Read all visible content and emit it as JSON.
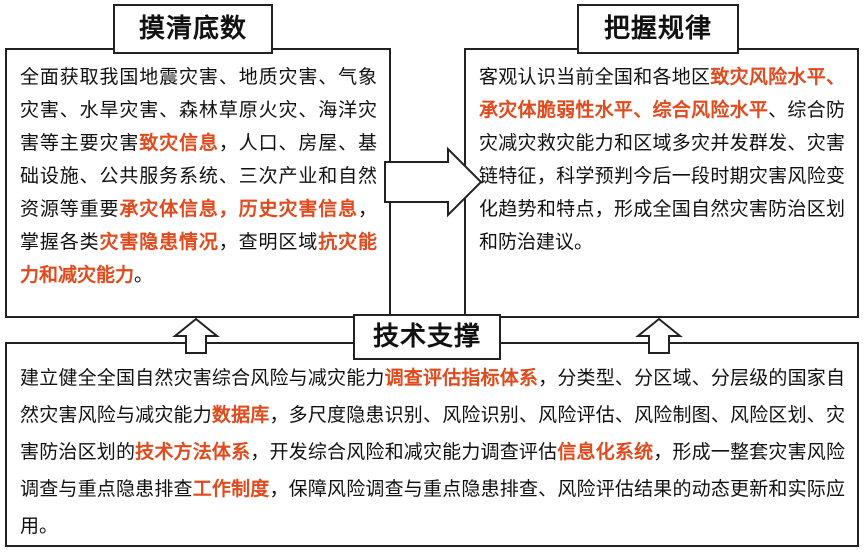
{
  "left_panel": {
    "title": "摸清底数",
    "segments": [
      {
        "text": "全面获取我国地震灾害、地质灾害、气象灾害、水旱灾害、森林草原火灾、海洋灾害等主要灾害",
        "highlight": false
      },
      {
        "text": "致灾信息",
        "highlight": true
      },
      {
        "text": "，人口、房屋、基础设施、公共服务系统、三次产业和自然资源等重要",
        "highlight": false
      },
      {
        "text": "承灾体信息，历史灾害信息",
        "highlight": true
      },
      {
        "text": "，掌握各类",
        "highlight": false
      },
      {
        "text": "灾害隐患情况",
        "highlight": true
      },
      {
        "text": "，查明区域",
        "highlight": false
      },
      {
        "text": "抗灾能力和减灾能力",
        "highlight": true
      },
      {
        "text": "。",
        "highlight": false
      }
    ]
  },
  "right_panel": {
    "title": "把握规律",
    "segments": [
      {
        "text": "客观认识当前全国和各地区",
        "highlight": false
      },
      {
        "text": "致灾风险水平、承灾体脆弱性水平、综合风险水平",
        "highlight": true
      },
      {
        "text": "、综合防灾减灾救灾能力和区域多灾并发群发、灾害链特征，科学预判今后一段时期灾害风险变化趋势和特点，形成全国自然灾害防治区划和防治建议。",
        "highlight": false
      }
    ]
  },
  "bottom_panel": {
    "title": "技术支撑",
    "segments": [
      {
        "text": "建立健全全国自然灾害综合风险与减灾能力",
        "highlight": false
      },
      {
        "text": "调查评估指标体系",
        "highlight": true
      },
      {
        "text": "，分类型、分区域、分层级的国家自然灾害风险与减灾能力",
        "highlight": false
      },
      {
        "text": "数据库",
        "highlight": true
      },
      {
        "text": "，多尺度隐患识别、风险识别、风险评估、风险制图、风险区划、灾害防治区划的",
        "highlight": false
      },
      {
        "text": "技术方法体系",
        "highlight": true
      },
      {
        "text": "，开发综合风险和减灾能力调查评估",
        "highlight": false
      },
      {
        "text": "信息化系统",
        "highlight": true
      },
      {
        "text": "，形成一整套灾害风险调查与重点隐患排查",
        "highlight": false
      },
      {
        "text": "工作制度",
        "highlight": true
      },
      {
        "text": "，保障风险调查与重点隐患排查、风险评估结果的动态更新和实际应用。",
        "highlight": false
      }
    ]
  },
  "colors": {
    "highlight": "#e04a1c",
    "border": "#222222",
    "text": "#111111"
  }
}
